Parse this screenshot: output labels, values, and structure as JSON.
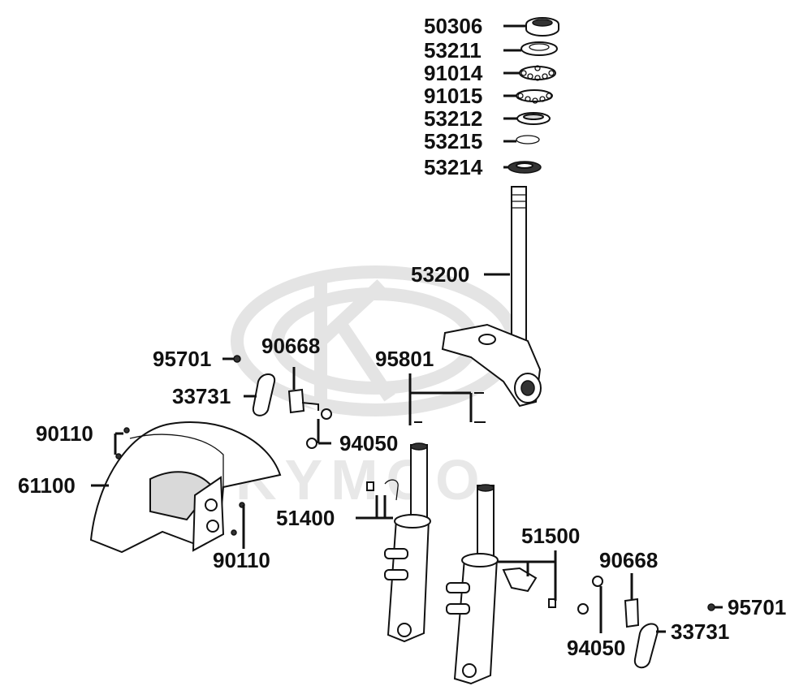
{
  "diagram": {
    "watermark": "KYMCO",
    "labels": [
      {
        "id": "p1",
        "text": "50306"
      },
      {
        "id": "p2",
        "text": "53211"
      },
      {
        "id": "p3",
        "text": "91014"
      },
      {
        "id": "p4",
        "text": "91015"
      },
      {
        "id": "p5",
        "text": "53212"
      },
      {
        "id": "p6",
        "text": "53215"
      },
      {
        "id": "p7",
        "text": "53214"
      },
      {
        "id": "p8",
        "text": "53200"
      },
      {
        "id": "p9",
        "text": "95701"
      },
      {
        "id": "p10",
        "text": "90668"
      },
      {
        "id": "p11",
        "text": "95801"
      },
      {
        "id": "p12",
        "text": "33731"
      },
      {
        "id": "p13",
        "text": "90110"
      },
      {
        "id": "p14",
        "text": "94050"
      },
      {
        "id": "p15",
        "text": "61100"
      },
      {
        "id": "p16",
        "text": "51400"
      },
      {
        "id": "p17",
        "text": "90110"
      },
      {
        "id": "p18",
        "text": "51500"
      },
      {
        "id": "p19",
        "text": "90668"
      },
      {
        "id": "p20",
        "text": "95701"
      },
      {
        "id": "p21",
        "text": "94050"
      },
      {
        "id": "p22",
        "text": "33731"
      }
    ]
  }
}
